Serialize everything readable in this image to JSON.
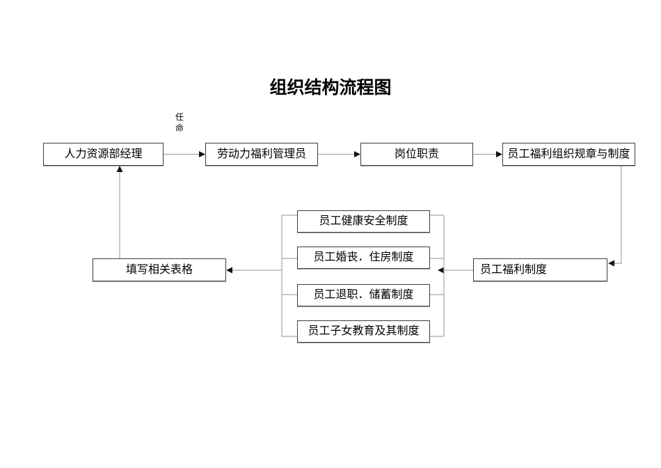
{
  "title": "组织结构流程图",
  "annotations": {
    "appointment_label": "任\n命"
  },
  "colors": {
    "background": "#ffffff",
    "text": "#000000",
    "box_border": "#3c3c3c",
    "box_fill": "#ffffff",
    "connector_line": "#a8a8a8",
    "arrowhead": "#111111"
  },
  "nodes": {
    "hr_manager": {
      "label": "人力资源部经理"
    },
    "welfare_admin": {
      "label": "劳动力福利管理员"
    },
    "job_duties": {
      "label": "岗位职责"
    },
    "org_rules": {
      "label": "员工福利组织规章与制度"
    },
    "welfare_system": {
      "label": "员工福利制度"
    },
    "health_safety": {
      "label": "员工健康安全制度"
    },
    "marriage_housing": {
      "label": "员工婚丧．住房制度"
    },
    "retirement_savings": {
      "label": "员工退职．储蓄制度"
    },
    "children_education": {
      "label": "员工子女教育及其制度"
    },
    "fill_forms": {
      "label": "填写相关表格"
    }
  }
}
